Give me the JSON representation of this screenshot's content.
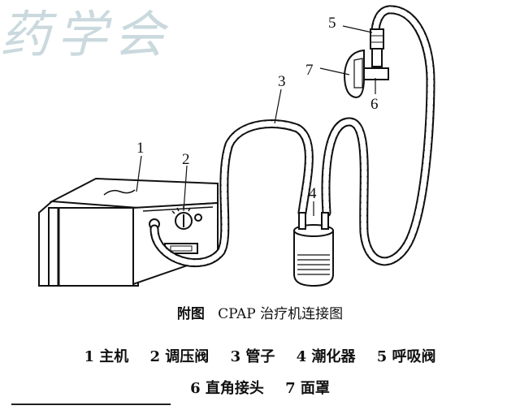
{
  "watermark": "药学会",
  "labels": {
    "n1": "1",
    "n2": "2",
    "n3": "3",
    "n4": "4",
    "n5": "5",
    "n6": "6",
    "n7": "7"
  },
  "caption": {
    "prefix": "附图",
    "title": "CPAP 治疗机连接图"
  },
  "legend": {
    "line1": [
      "1 主机",
      "2 调压阀",
      "3 管子",
      "4 潮化器",
      "5 呼吸阀"
    ],
    "line2": [
      "6 直角接头",
      "7 面罩"
    ]
  }
}
